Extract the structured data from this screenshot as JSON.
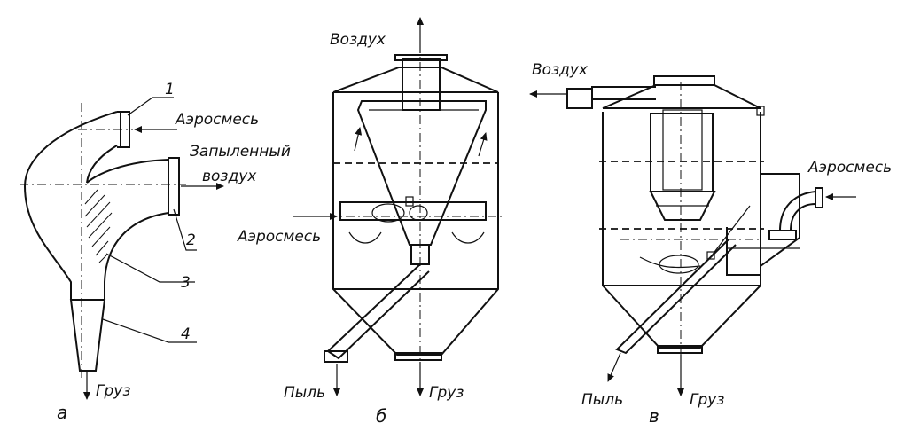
{
  "panel_a": {
    "callout_1": "1",
    "callout_2": "2",
    "callout_3": "3",
    "callout_4": "4",
    "label_aerosmes": "Аэросмесь",
    "label_dusty_1": "Запыленный",
    "label_dusty_2": "воздух",
    "label_gruz": "Груз",
    "sub_label": "а"
  },
  "panel_b": {
    "label_vozduh": "Воздух",
    "label_aerosmes": "Аэросмесь",
    "label_pyl": "Пыль",
    "label_gruz": "Груз",
    "sub_label": "б"
  },
  "panel_c": {
    "label_vozduh": "Воздух",
    "label_aerosmes": "Аэросмесь",
    "label_pyl": "Пыль",
    "label_gruz": "Груз",
    "sub_label": "в"
  },
  "colors": {
    "ink": "#111111",
    "background": "#ffffff"
  }
}
